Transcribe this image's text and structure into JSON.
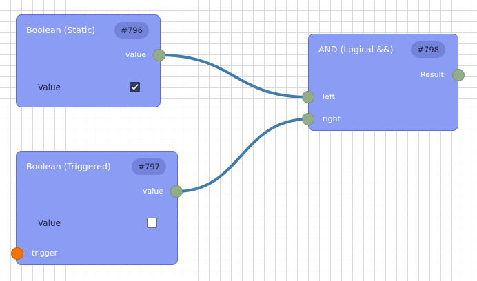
{
  "editor": {
    "wire_color": "#3f7cab",
    "node_color": "#8a9cf4",
    "port_color": "#93ad86",
    "trigger_port_color": "#f2720c"
  },
  "nodes": [
    {
      "title": "Boolean (Static)",
      "id": "#796",
      "output_label": "value",
      "field_label": "Value",
      "checked": true
    },
    {
      "title": "Boolean (Triggered)",
      "id": "#797",
      "output_label": "value",
      "field_label": "Value",
      "checked": false,
      "trigger_label": "trigger"
    },
    {
      "title": "AND (Logical &&)",
      "id": "#798",
      "output_label": "Result",
      "input_labels": [
        "left",
        "right"
      ]
    }
  ]
}
